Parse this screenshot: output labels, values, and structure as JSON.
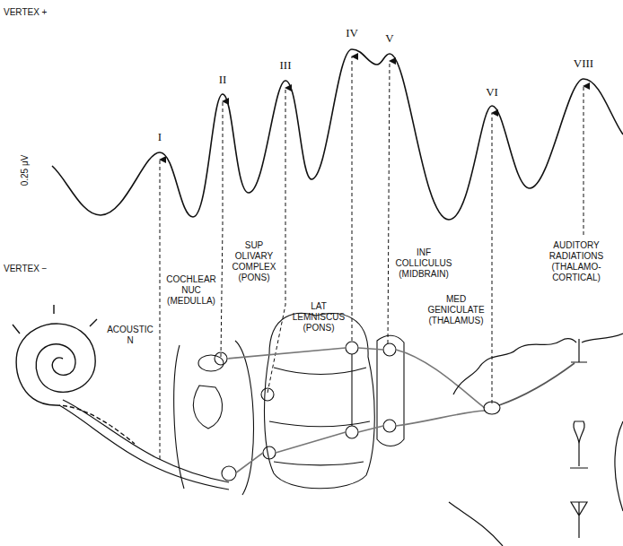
{
  "diagram": {
    "labels": [
      "VERTEX +",
      "0.25 μV",
      "I",
      "II",
      "III",
      "IV",
      "V",
      "VI",
      "VIII",
      "VERTEX −",
      "SUP OLIVARY COMPLEX (PONS)",
      "COCHLEAR NUC (MEDULLA)",
      "INF COLLICULUS (MIDBRAIN)",
      "LAT LEMNISCUS (PONS)",
      "MED GENICULATE (THALAMUS)",
      "AUDITORY RADIATIONS (THALAMO-CORTICAL)",
      "ACOUSTIC N"
    ]
  }
}
